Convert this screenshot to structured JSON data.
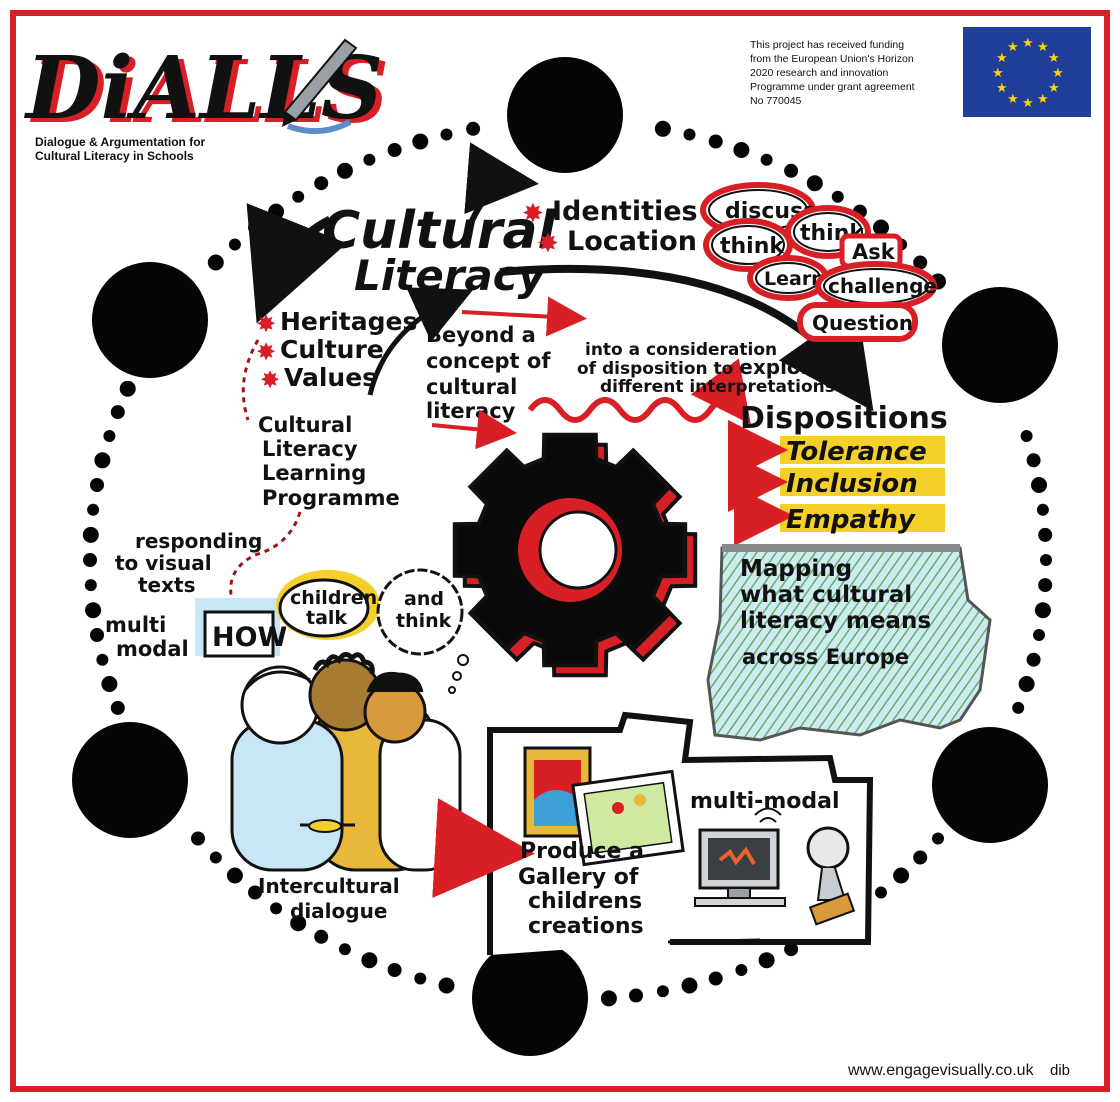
{
  "logo": {
    "title": "DiALLS",
    "subtitle_line1": "Dialogue & Argumentation for",
    "subtitle_line2": "Cultural Literacy in Schools"
  },
  "funding": {
    "line1": "This project has received funding",
    "line2": "from the European Union's Horizon",
    "line3": "2020 research and innovation",
    "line4": "Programme under grant agreement",
    "line5": "No 770045"
  },
  "center": {
    "title_line1": "Cultural",
    "title_line2": "Literacy"
  },
  "context": {
    "identities": "Identities",
    "location": "Location"
  },
  "roots": {
    "heritages": "Heritages",
    "culture": "Culture",
    "values": "Values"
  },
  "bubbles": {
    "discuss": "discuss",
    "think1": "think",
    "think2": "think",
    "ask": "Ask",
    "learn": "Learn",
    "challenge": "challenge",
    "question": "Question"
  },
  "beyond": {
    "line1": "Beyond a",
    "line2": "concept of",
    "line3": "cultural",
    "line4": "literacy"
  },
  "consideration": {
    "line1": "into a consideration",
    "line2a": "of disposition to ",
    "line2b": "explore",
    "line3": "different interpretations"
  },
  "dispositions": {
    "title": "Dispositions",
    "items": [
      "Tolerance",
      "Inclusion",
      "Empathy"
    ],
    "highlight_color": "#f5cf2a"
  },
  "programme": {
    "line1": "Cultural",
    "line2": "Literacy",
    "line3": "Learning",
    "line4": "Programme"
  },
  "responding": {
    "line1": "responding",
    "line2": "to visual",
    "line3": "texts"
  },
  "multimodal_left": {
    "line1": "multi",
    "line2": "modal"
  },
  "how": {
    "how": "HOW",
    "children_talk_1": "children",
    "children_talk_2": "talk",
    "and_think_1": "and",
    "and_think_2": "think"
  },
  "mapping": {
    "line1": "Mapping",
    "line2": "what cultural",
    "line3": "literacy means",
    "line4": "across Europe"
  },
  "intercultural": {
    "line1": "Intercultural",
    "line2": "dialogue"
  },
  "gallery": {
    "line1": "Produce a",
    "line2": "Gallery of",
    "line3": "childrens",
    "line4": "creations",
    "multimodal": "multi-modal"
  },
  "footer": {
    "url": "www.engagevisually.co.uk",
    "signature": "dib"
  },
  "colors": {
    "accent_red": "#d91f26",
    "highlight_yellow": "#f5cf2a",
    "eu_blue": "#1f3f99",
    "eu_star": "#ffd500"
  },
  "icons": [
    "pencil-icon",
    "eu-flag-icon",
    "gear-icon",
    "star-icon",
    "children-illustration",
    "europe-map",
    "computer-icon",
    "trophy-icon",
    "picture-frame-icon"
  ]
}
